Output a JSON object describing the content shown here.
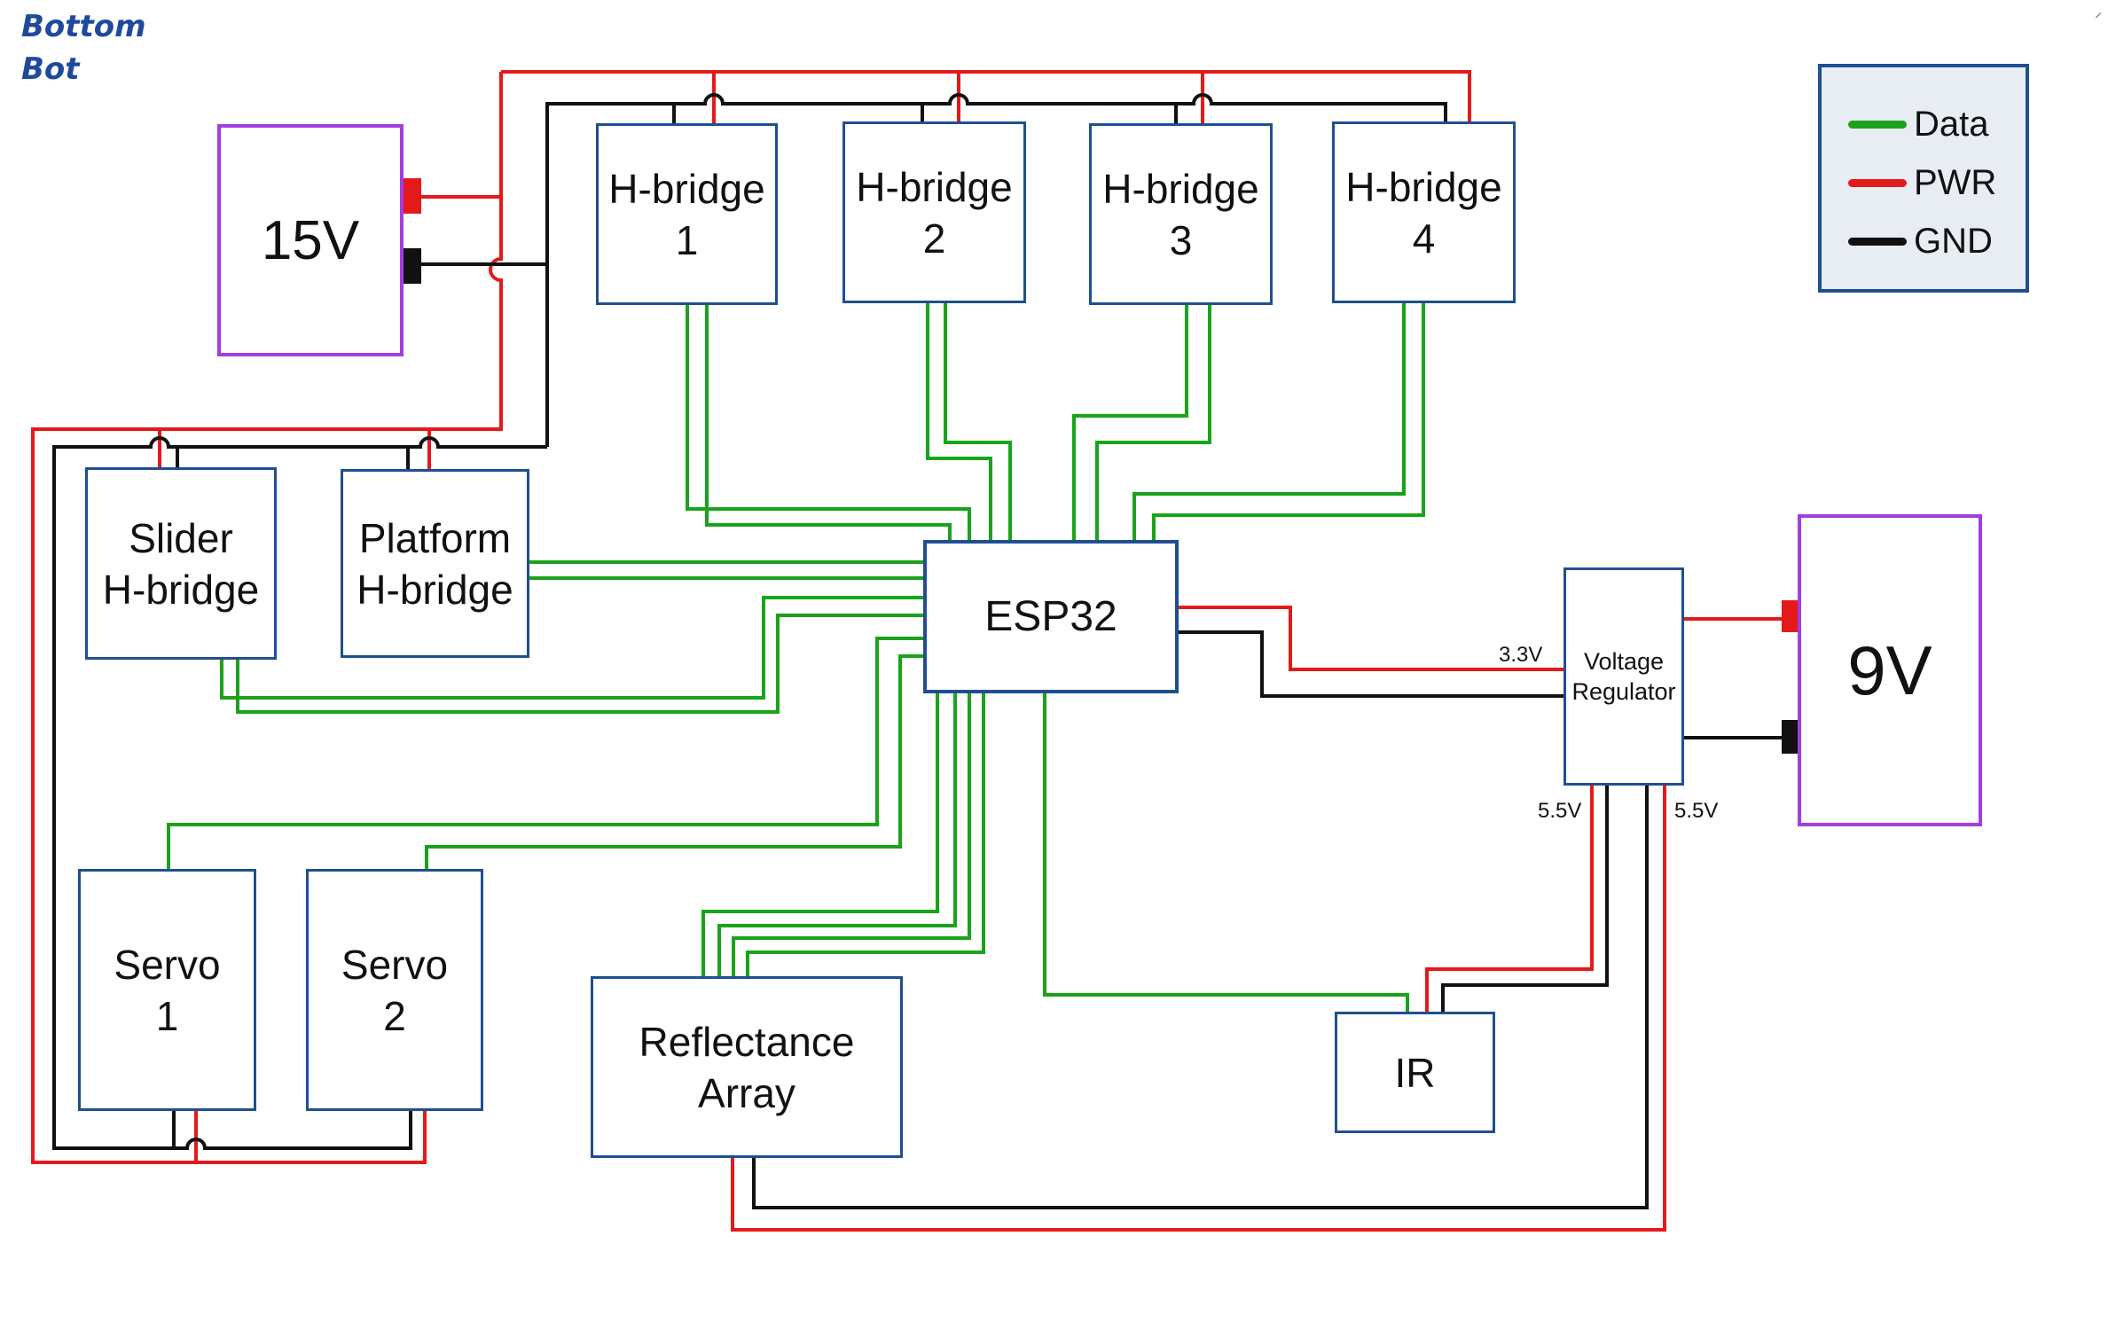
{
  "note": {
    "line1": "Bottom",
    "line2": "Bot"
  },
  "colors": {
    "data": "#1aa31a",
    "pwr": "#e41a1a",
    "gnd": "#111111",
    "block_border": "#1f4f8f",
    "battery_border": "#a23de0"
  },
  "batteries": {
    "b15": "15V",
    "b9": "9V"
  },
  "blocks": {
    "hb1": "H-bridge\n1",
    "hb2": "H-bridge\n2",
    "hb3": "H-bridge\n3",
    "hb4": "H-bridge\n4",
    "slider": "Slider\nH-bridge",
    "platform": "Platform\nH-bridge",
    "esp32": "ESP32",
    "vreg": "Voltage\nRegulator",
    "servo1": "Servo\n1",
    "servo2": "Servo\n2",
    "reflectance": "Reflectance\nArray",
    "ir": "IR"
  },
  "voltage_labels": {
    "v33": "3.3V",
    "v55_left": "5.5V",
    "v55_right": "5.5V"
  },
  "legend": {
    "data": "Data",
    "pwr": "PWR",
    "gnd": "GND"
  }
}
